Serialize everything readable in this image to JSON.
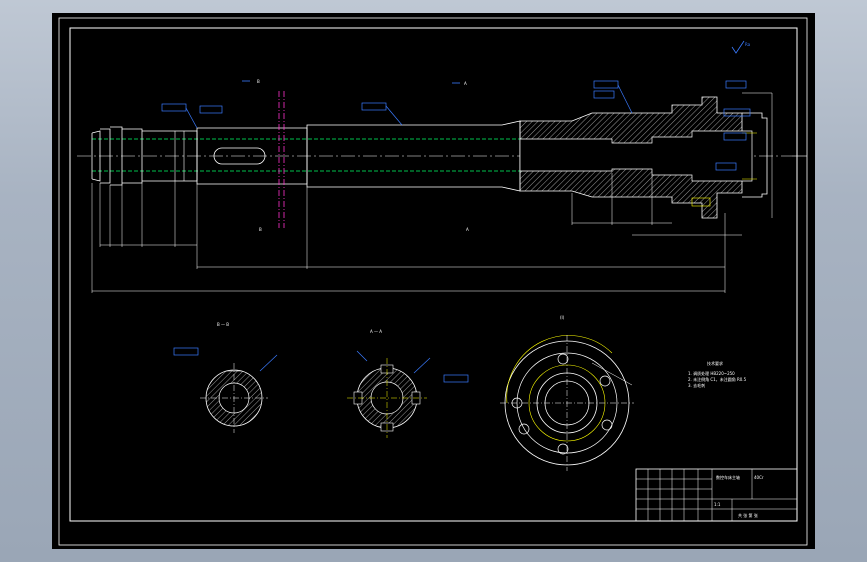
{
  "drawing": {
    "section_b_title": "B — B",
    "section_a_title": "A — A",
    "cut_b_top": "B",
    "cut_b_bottom": "B",
    "cut_a_top": "A",
    "cut_a_bottom": "A",
    "roughness_note": "Ra",
    "tech_req_title": "技术要求",
    "tech_req_1": "1. 调质处理 HB220~250",
    "tech_req_2": "2. 未注倒角 C1，未注圆角 R0.5",
    "tech_req_3": "3. 去毛刺"
  },
  "title_block": {
    "part_name": "数控车床主轴",
    "scale": "1:1",
    "material": "40Cr",
    "sheet": "共 张 第 张"
  },
  "colors": {
    "background": "#000000",
    "outline": "#ffffff",
    "centerline": "#00ff66",
    "dimension": "#3a7bff",
    "section_line": "#ff33cc",
    "hatch": "#ffffff",
    "highlight": "#ffff00"
  }
}
